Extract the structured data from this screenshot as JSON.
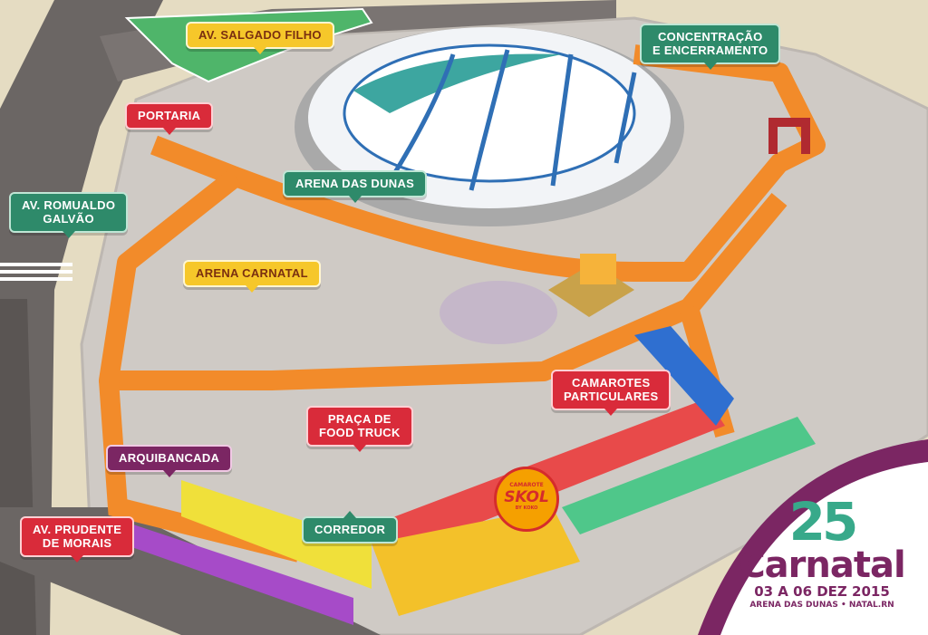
{
  "labels": {
    "salgado": "AV. SALGADO FILHO",
    "concentracao_1": "CONCENTRAÇÃO",
    "concentracao_2": "E ENCERRAMENTO",
    "portaria": "PORTARIA",
    "arena_dunas": "ARENA DAS DUNAS",
    "romualdo_1": "AV. ROMUALDO",
    "romualdo_2": "GALVÃO",
    "arena_carnatal": "ARENA CARNATAL",
    "camarotes_1": "CAMAROTES",
    "camarotes_2": "PARTICULARES",
    "praca_1": "PRAÇA DE",
    "praca_2": "FOOD TRUCK",
    "arquibancada": "ARQUIBANCADA",
    "prudente_1": "AV. PRUDENTE",
    "prudente_2": "DE MORAIS",
    "corredor": "CORREDOR"
  },
  "skol": {
    "line1": "CAMAROTE",
    "name": "SKOL",
    "line2": "BY KOKO"
  },
  "logo": {
    "number": "25",
    "name": "Carnatal",
    "dates": "03 A 06 DEZ 2015",
    "place": "ARENA DAS DUNAS • NATAL.RN"
  },
  "colors": {
    "route": "#f28b2a",
    "road": "#6b6664",
    "ground": "#cfcac5",
    "green_label": "#2e8a6a",
    "yellow_label": "#f6c72a",
    "red_label": "#d92b3a",
    "purple_label": "#7b2663"
  }
}
